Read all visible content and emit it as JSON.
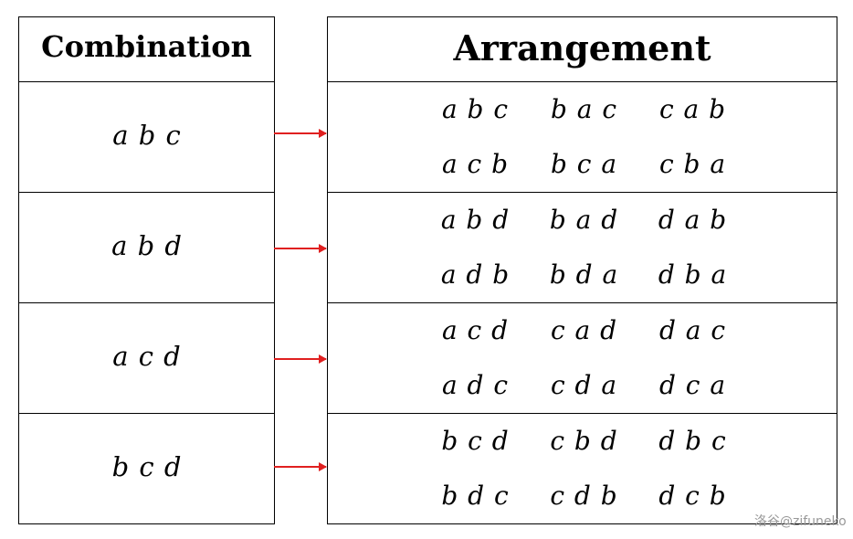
{
  "headers": {
    "left": "Combination",
    "right": "Arrangement"
  },
  "rows": [
    {
      "combination": "a b c",
      "arrangements": [
        "a b c",
        "b a c",
        "c a b",
        "a c b",
        "b c a",
        "c b a"
      ]
    },
    {
      "combination": "a b d",
      "arrangements": [
        "a b d",
        "b a d",
        "d a b",
        "a d b",
        "b d a",
        "d b a"
      ]
    },
    {
      "combination": "a c d",
      "arrangements": [
        "a c d",
        "c a d",
        "d a c",
        "a d c",
        "c d a",
        "d c a"
      ]
    },
    {
      "combination": "b c d",
      "arrangements": [
        "b c d",
        "c b d",
        "d b c",
        "b d c",
        "c d b",
        "d c b"
      ]
    }
  ],
  "colors": {
    "arrow": "#e02020"
  },
  "watermark": "洛谷@zifuneko"
}
